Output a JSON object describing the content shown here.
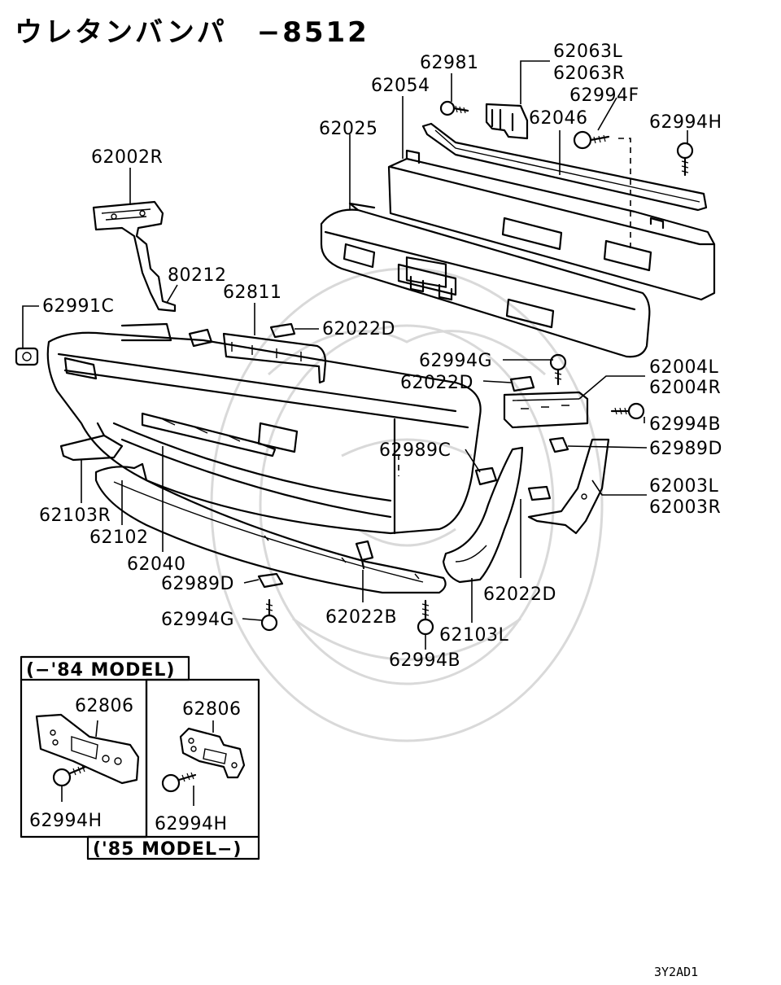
{
  "title": "ウレタンバンパ　−8512",
  "labels": {
    "p62981": "62981",
    "p62063L": "62063L",
    "p62063R": "62063R",
    "p62054": "62054",
    "p62994F": "62994F",
    "p62025": "62025",
    "p62046": "62046",
    "p62994H_top": "62994H",
    "p62002R": "62002R",
    "p80212": "80212",
    "p62811": "62811",
    "p62991C": "62991C",
    "p62022D_top": "62022D",
    "p62994G_mid": "62994G",
    "p62004L": "62004L",
    "p62022D_mid": "62022D",
    "p62004R": "62004R",
    "p62994B_right": "62994B",
    "p62989C": "62989C",
    "p62989D_right": "62989D",
    "p62003L": "62003L",
    "p62003R": "62003R",
    "p62103R": "62103R",
    "p62102": "62102",
    "p62040": "62040",
    "p62989D_low": "62989D",
    "p62022D_low": "62022D",
    "p62994G_low": "62994G",
    "p62022B": "62022B",
    "p62103L": "62103L",
    "p62994B_low": "62994B",
    "p62806_a": "62806",
    "p62994H_a": "62994H",
    "p62806_b": "62806",
    "p62994H_b": "62994H"
  },
  "boxes": {
    "early_model": "(−'84 MODEL)",
    "late_model": "('85 MODEL−)"
  },
  "ref_code": "3Y2AD1"
}
